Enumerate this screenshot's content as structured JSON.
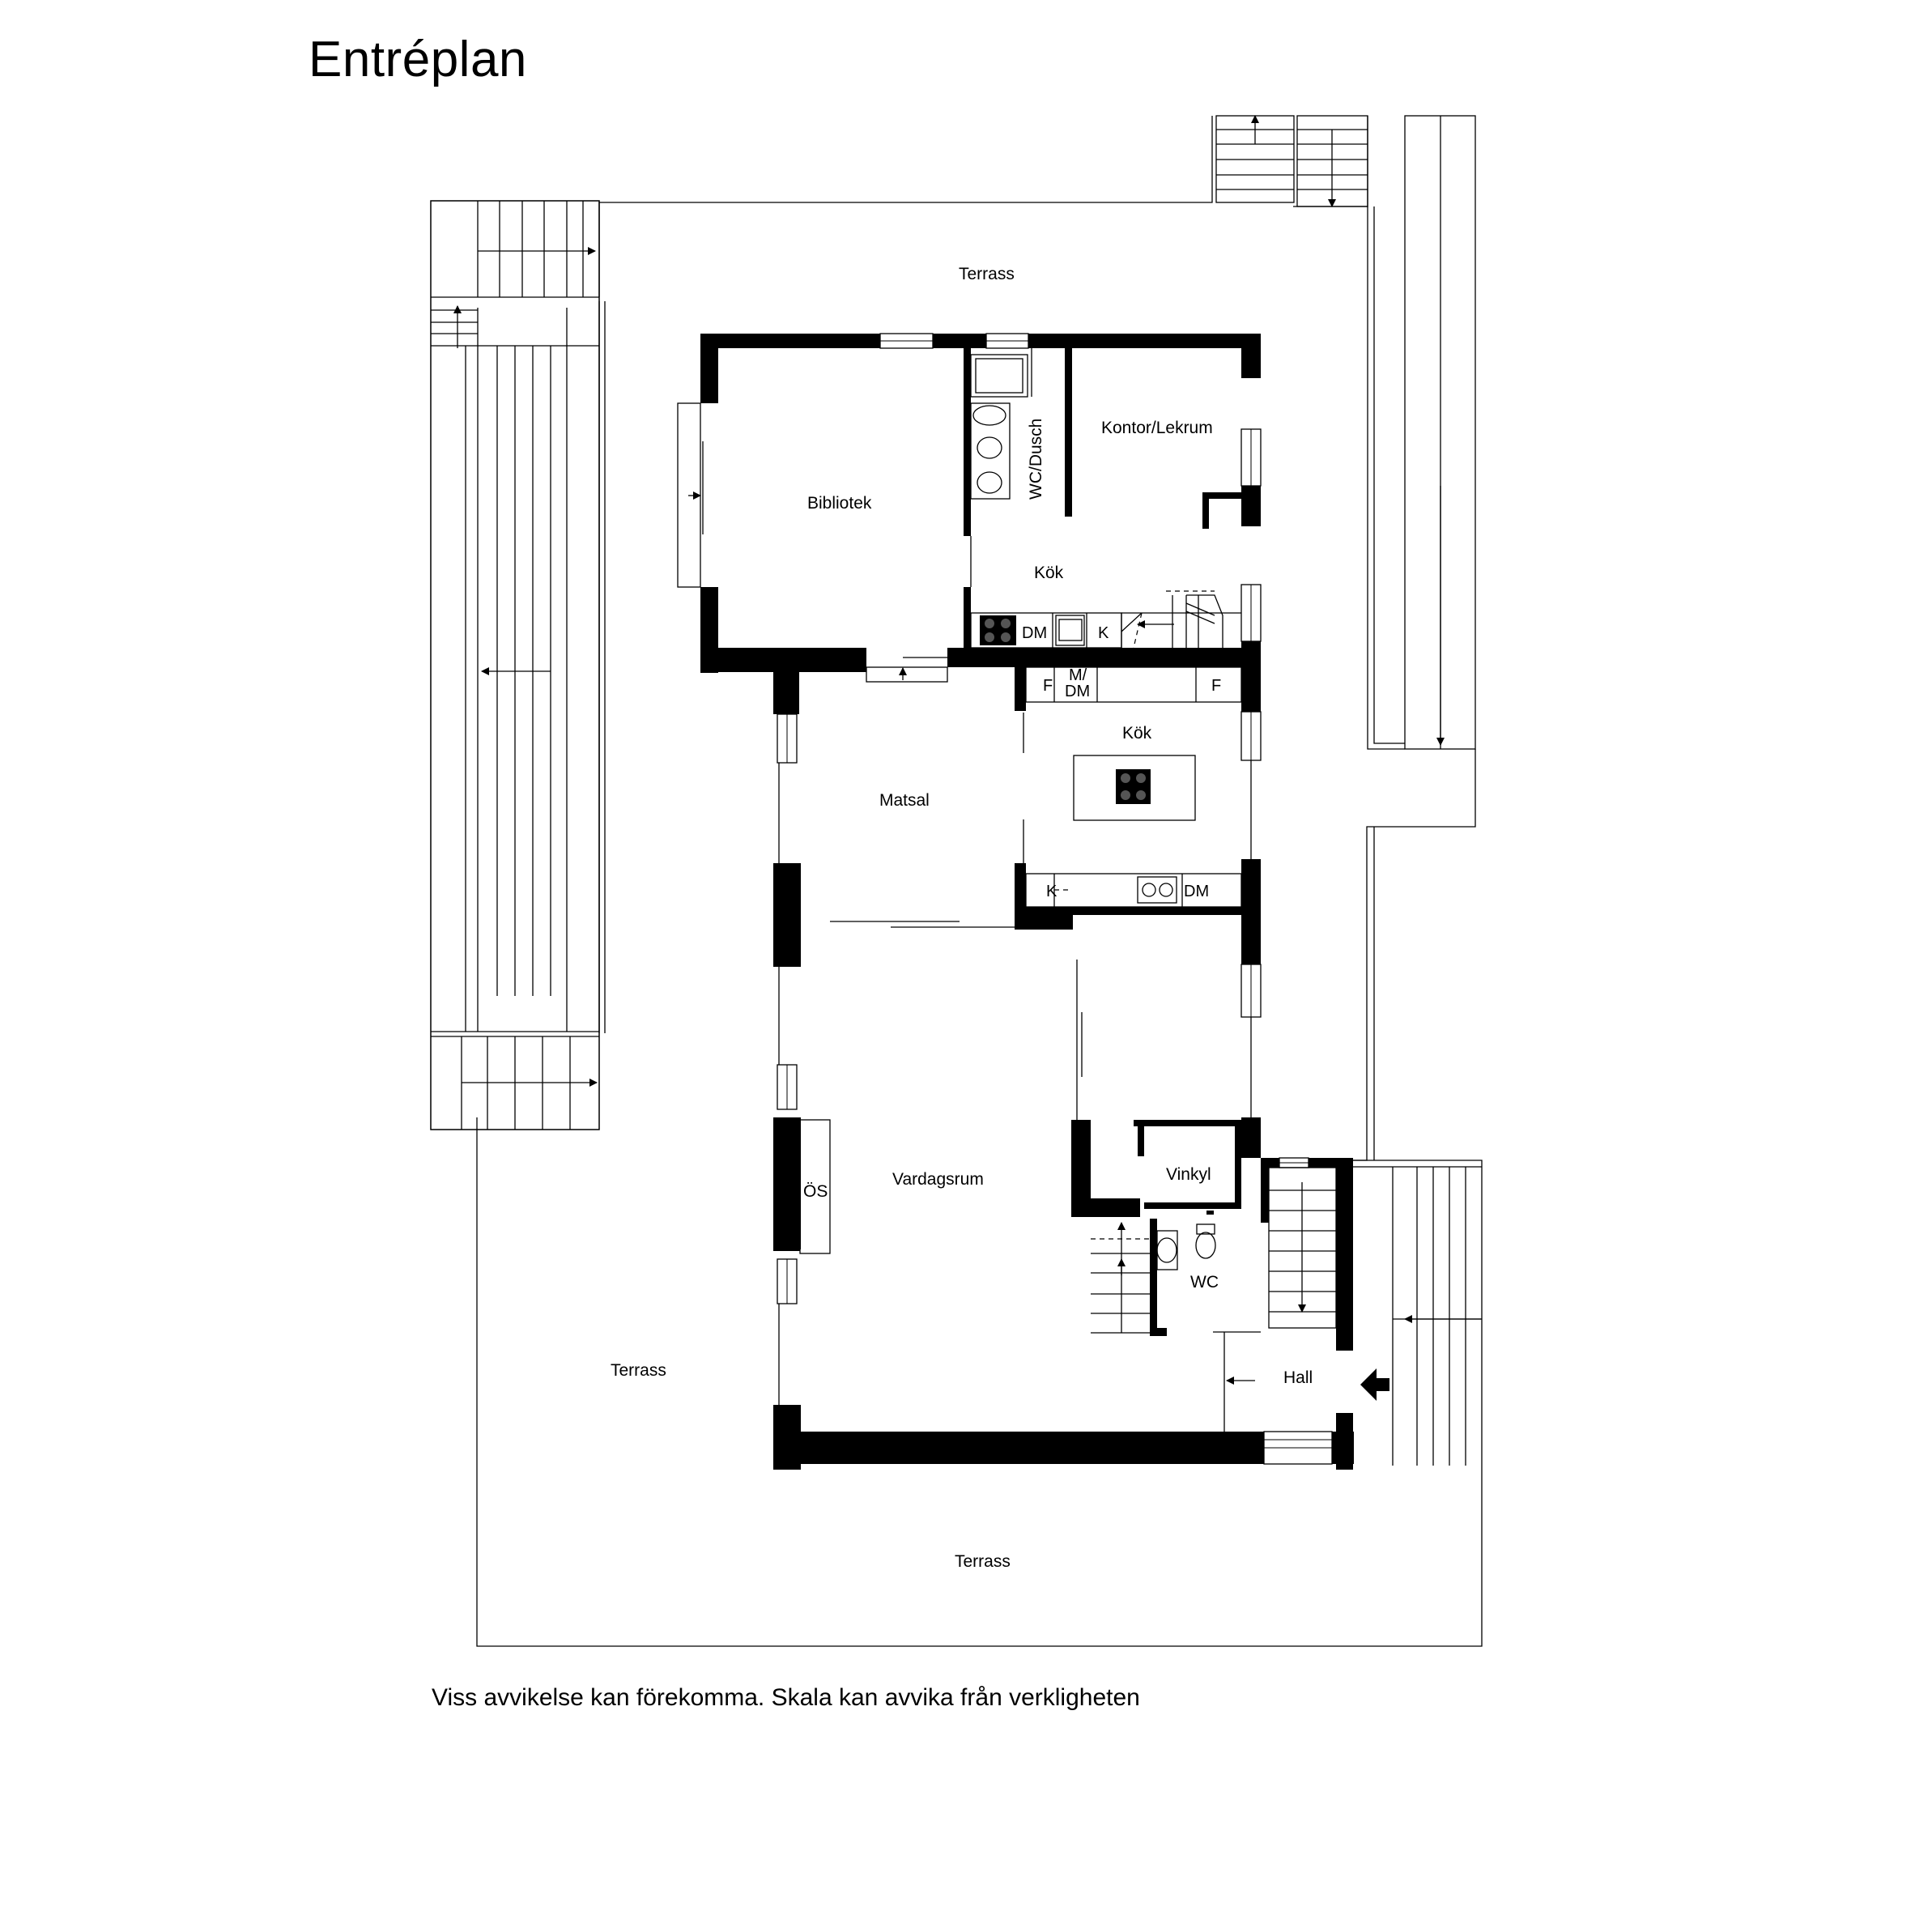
{
  "title": "Entréplan",
  "disclaimer": "Viss avvikelse kan förekomma. Skala kan avvika från verkligheten",
  "rooms": {
    "terrass_top": "Terrass",
    "terrass_left": "Terrass",
    "terrass_bottom": "Terrass",
    "bibliotek": "Bibliotek",
    "wc_dusch": "WC/Dusch",
    "kontor": "Kontor/Lekrum",
    "kok_upper": "Kök",
    "kok_lower": "Kök",
    "matsal": "Matsal",
    "vardagsrum": "Vardagsrum",
    "vinkyl": "Vinkyl",
    "wc": "WC",
    "hall": "Hall",
    "os": "ÖS"
  },
  "fixtures": {
    "dm": "DM",
    "k": "K",
    "f": "F",
    "m": "M/",
    "m_dm": "DM"
  }
}
